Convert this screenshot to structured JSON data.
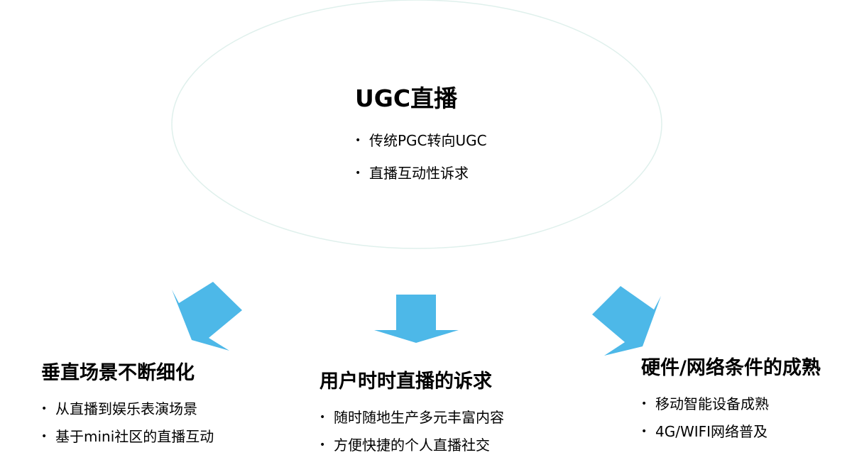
{
  "center": {
    "title": "UGC直播",
    "items": [
      "传统PGC转向UGC",
      "直播互动性诉求"
    ]
  },
  "left": {
    "title": "垂直场景不断细化",
    "items": [
      "从直播到娱乐表演场景",
      "基于mini社区的直播互动"
    ]
  },
  "middle": {
    "title": "用户时时直播的诉求",
    "items": [
      "随时随地生产多元丰富内容",
      "方便快捷的个人直播社交"
    ]
  },
  "right": {
    "title": "硬件/网络条件的成熟",
    "items": [
      "移动智能设备成熟",
      "4G/WIFI网络普及"
    ]
  },
  "colors": {
    "arrow": "#4db8e8",
    "ellipse_stroke": "#dff0ec",
    "text": "#000000"
  }
}
